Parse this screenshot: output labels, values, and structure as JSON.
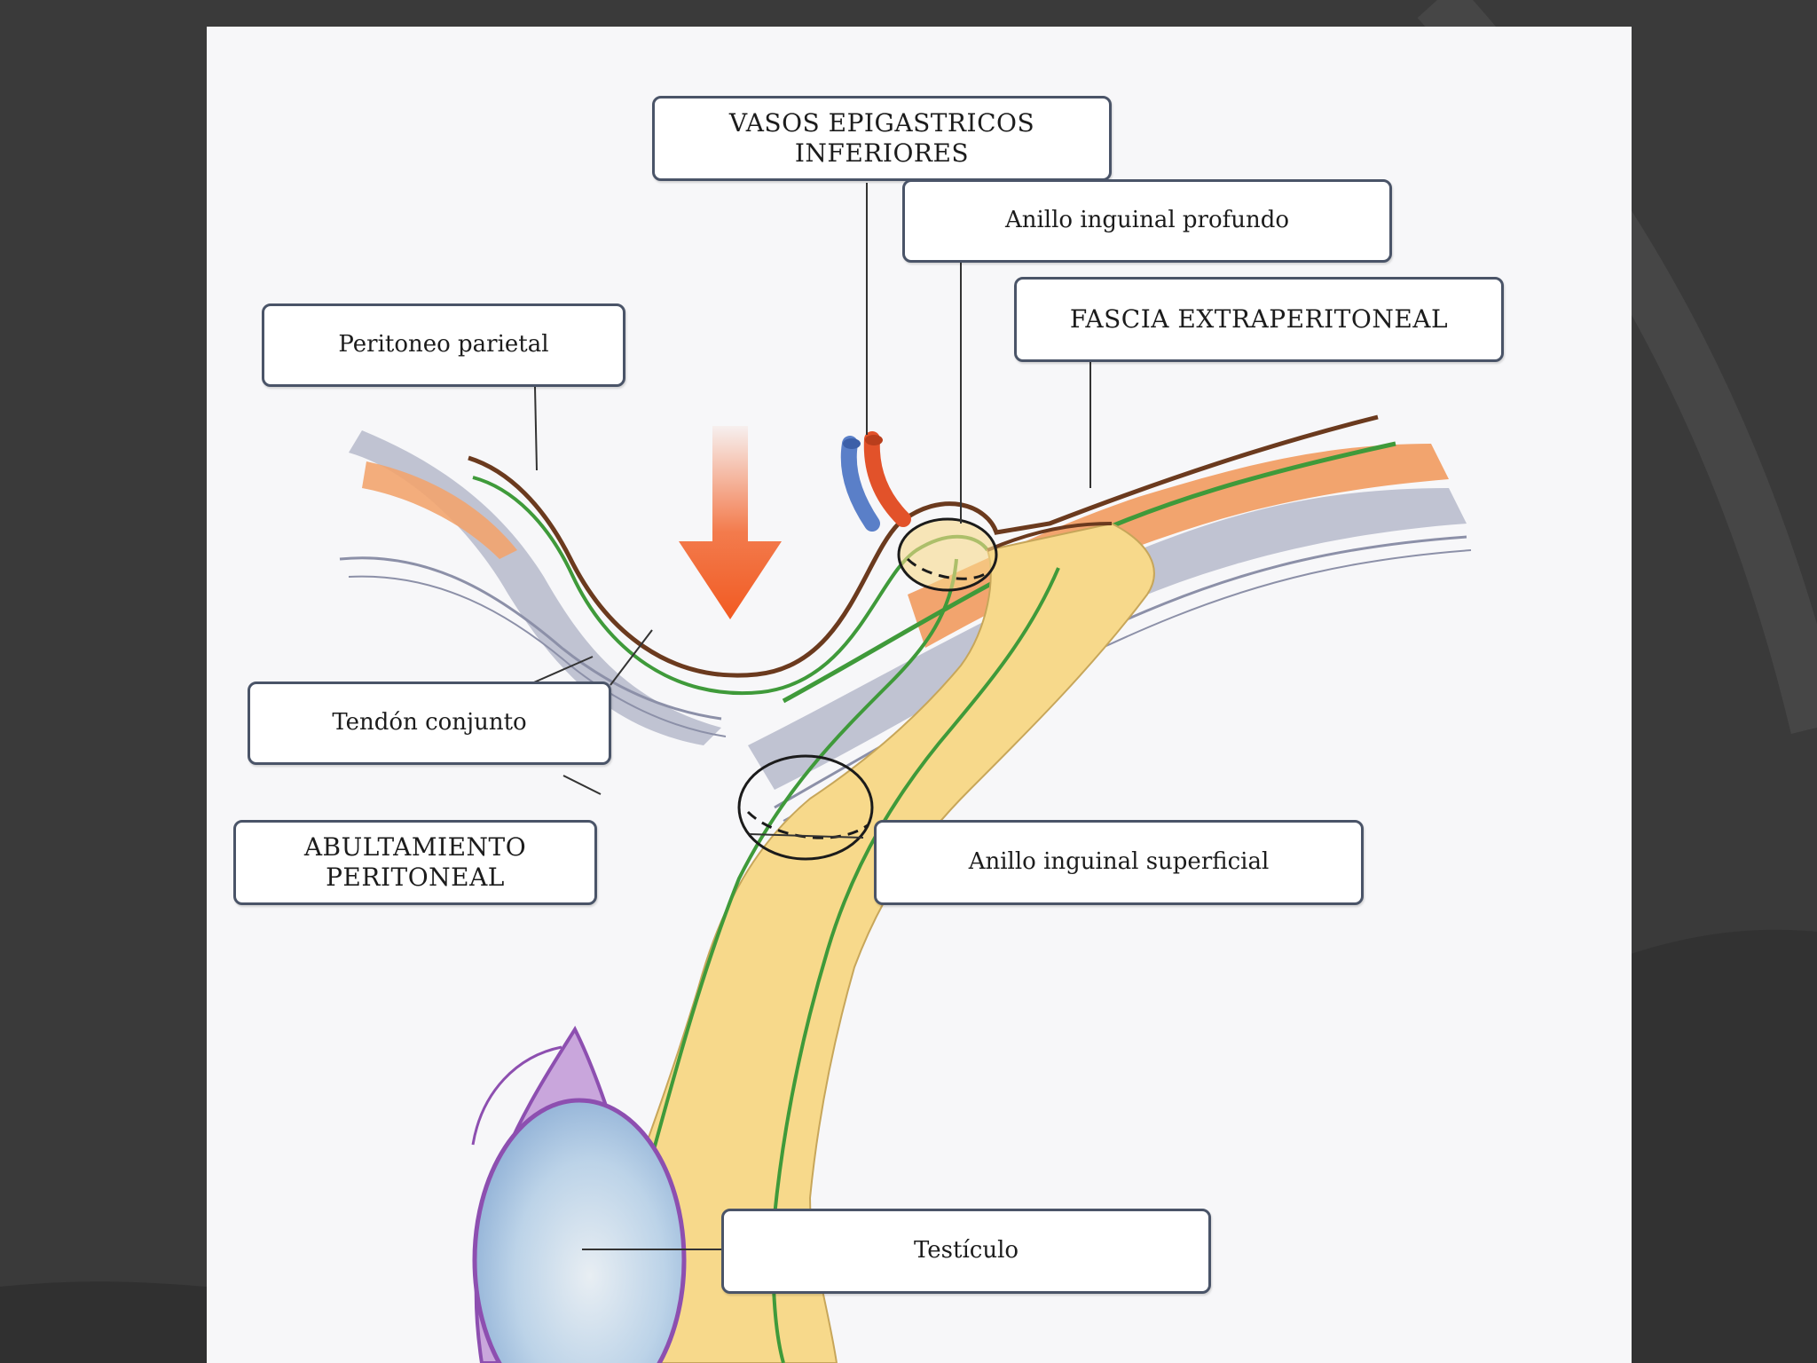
{
  "slide": {
    "background_color": "#3a3a3a",
    "panel_color": "#f7f7f9"
  },
  "diagram": {
    "colors": {
      "peritoneum_line": "#6b3a1e",
      "fascia_green": "#3f9a3a",
      "process_fill": "#f7d98b",
      "muscle_orange": "#f2a46e",
      "fascia_grey": "#b9bccd",
      "testis_purple": "#a772c2",
      "testis_body": "#c9ddee",
      "arrow_orange": "#f2652e",
      "vessel_red": "#e2522a",
      "vessel_blue": "#5a7fc8"
    },
    "labels": {
      "vasos_epigastricos": "VASOS EPIGASTRICOS\nINFERIORES",
      "anillo_profundo": "Anillo inguinal profundo",
      "fascia_extraperitoneal": "FASCIA EXTRAPERITONEAL",
      "peritoneo_parietal": "Peritoneo parietal",
      "tendon_conjunto": "Tendón conjunto",
      "abultamiento_peritoneal": "ABULTAMIENTO\nPERITONEAL",
      "anillo_superficial": "Anillo inguinal superficial",
      "testiculo": "Testículo"
    }
  }
}
